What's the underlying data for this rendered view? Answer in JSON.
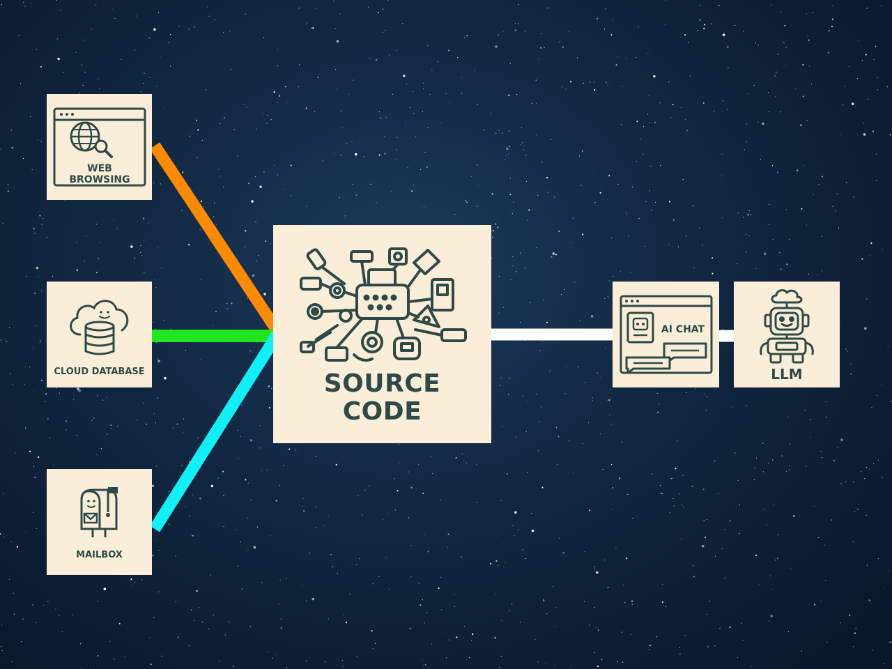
{
  "nodes": {
    "web_browsing": {
      "line1": "WEB",
      "line2": "BROWSING",
      "icon": "globe-search-icon"
    },
    "cloud_database": {
      "label": "CLOUD DATABASE",
      "icon": "cloud-database-icon"
    },
    "mailbox": {
      "label": "MAILBOX",
      "icon": "mailbox-icon"
    },
    "source_code": {
      "line1": "SOURCE",
      "line2": "CODE",
      "icon": "connectors-cluster-icon"
    },
    "ai_chat": {
      "label": "AI CHAT",
      "icon": "chat-window-icon"
    },
    "llm": {
      "label": "LLM",
      "icon": "robot-icon"
    }
  },
  "colors": {
    "card": "#fbeed8",
    "ink": "#2e4a48",
    "link_web": "#ff8a00",
    "link_cloud": "#1fe61f",
    "link_mail": "#11f0f8",
    "link_output": "#ffffff"
  }
}
